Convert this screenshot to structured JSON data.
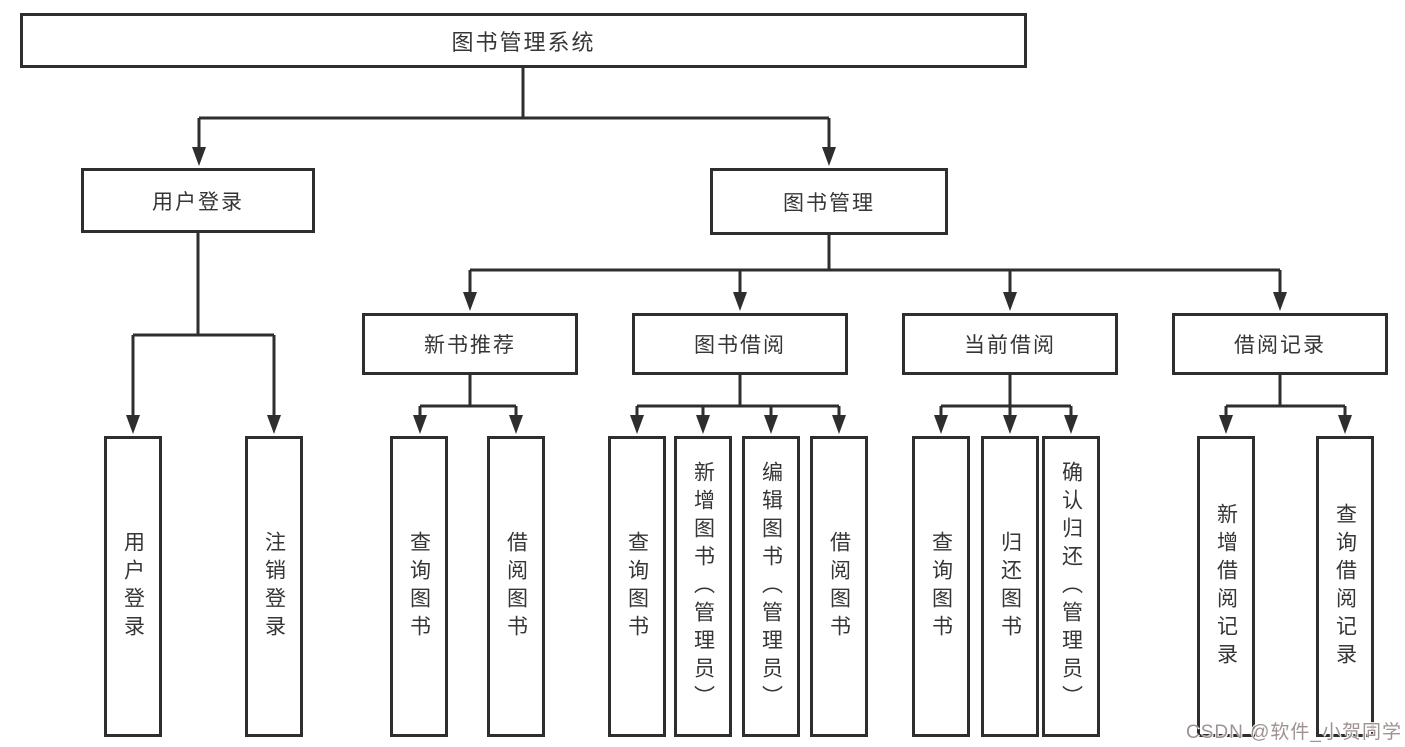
{
  "colors": {
    "background": "#ffffff",
    "box_border": "#2e2e2e",
    "connector_line": "#2e2e2e",
    "text": "#363636",
    "watermark_text": "#9e9292"
  },
  "watermark": {
    "text": "CSDN @软件_小贺同学"
  },
  "diagram": {
    "root": {
      "label": "图书管理系统"
    },
    "children": [
      {
        "label": "用户登录",
        "children": [
          {
            "label": "用户登录"
          },
          {
            "label": "注销登录"
          }
        ]
      },
      {
        "label": "图书管理",
        "children": [
          {
            "label": "新书推荐",
            "children": [
              {
                "label": "查询图书"
              },
              {
                "label": "借阅图书"
              }
            ]
          },
          {
            "label": "图书借阅",
            "children": [
              {
                "label": "查询图书"
              },
              {
                "label": "新增图书（管理员）"
              },
              {
                "label": "编辑图书（管理员）"
              },
              {
                "label": "借阅图书"
              }
            ]
          },
          {
            "label": "当前借阅",
            "children": [
              {
                "label": "查询图书"
              },
              {
                "label": "归还图书"
              },
              {
                "label": "确认归还（管理员）"
              }
            ]
          },
          {
            "label": "借阅记录",
            "children": [
              {
                "label": "新增借阅记录"
              },
              {
                "label": "查询借阅记录"
              }
            ]
          }
        ]
      }
    ]
  }
}
